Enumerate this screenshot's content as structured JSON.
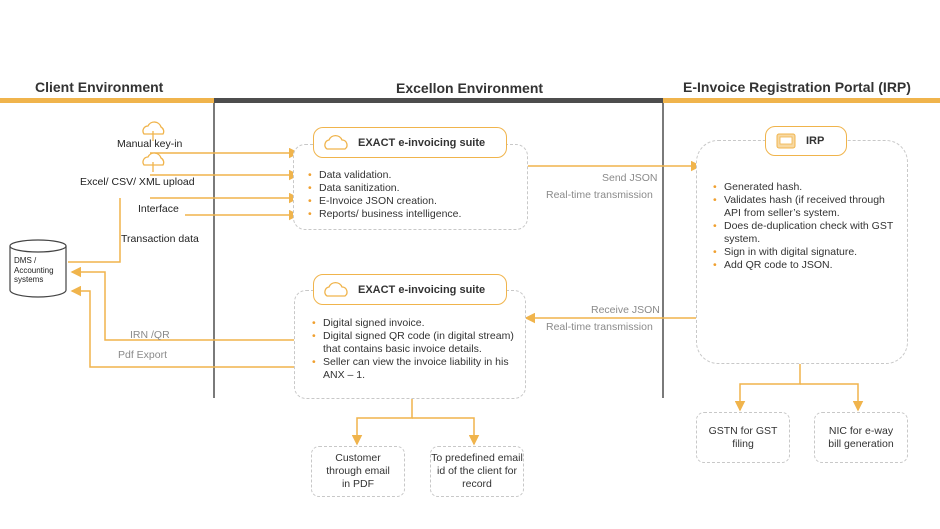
{
  "headers": {
    "client": "Client Environment",
    "excellon": "Excellon Environment",
    "irp": "E-Invoice Registration Portal (IRP)"
  },
  "inputs": {
    "manual": "Manual key-in",
    "upload": "Excel/ CSV/ XML upload",
    "interface": "Interface",
    "transaction": "Transaction data"
  },
  "dms": {
    "label": "DMS /\nAccounting\nsystems"
  },
  "suite1": {
    "title": "EXACT e-invoicing suite",
    "items": [
      "Data validation.",
      "Data sanitization.",
      "E-Invoice JSON creation.",
      "Reports/ business intelligence."
    ]
  },
  "suite2": {
    "title": "EXACT e-invoicing suite",
    "items": [
      "Digital signed invoice.",
      "Digital signed QR code (in digital stream)\nthat contains basic invoice details.",
      "Seller can view the invoice liability in his\nANX – 1."
    ]
  },
  "send": {
    "label": "Send JSON",
    "sub": "Real-time transmission"
  },
  "receive": {
    "label": "Receive JSON",
    "sub": "Real-time transmission"
  },
  "returns": {
    "irn": "IRN /QR",
    "pdf": "Pdf Export"
  },
  "irp": {
    "title": "IRP",
    "items": [
      "Generated hash.",
      "Validates hash (if received through\nAPI from seller’s system.",
      "Does de-duplication check with GST\nsystem.",
      "Sign in with digital signature.",
      "Add QR code to JSON."
    ]
  },
  "outputs": {
    "customer": "Customer\nthrough email\nin PDF",
    "email": "To predefined email\nid of the client for\nrecord",
    "gstn": "GSTN for GST\nfiling",
    "nic": "NIC for e-way\nbill generation"
  },
  "colors": {
    "accent": "#f0b44c",
    "dark_bar": "#4d4d4d",
    "divider": "#7a7a7a"
  }
}
